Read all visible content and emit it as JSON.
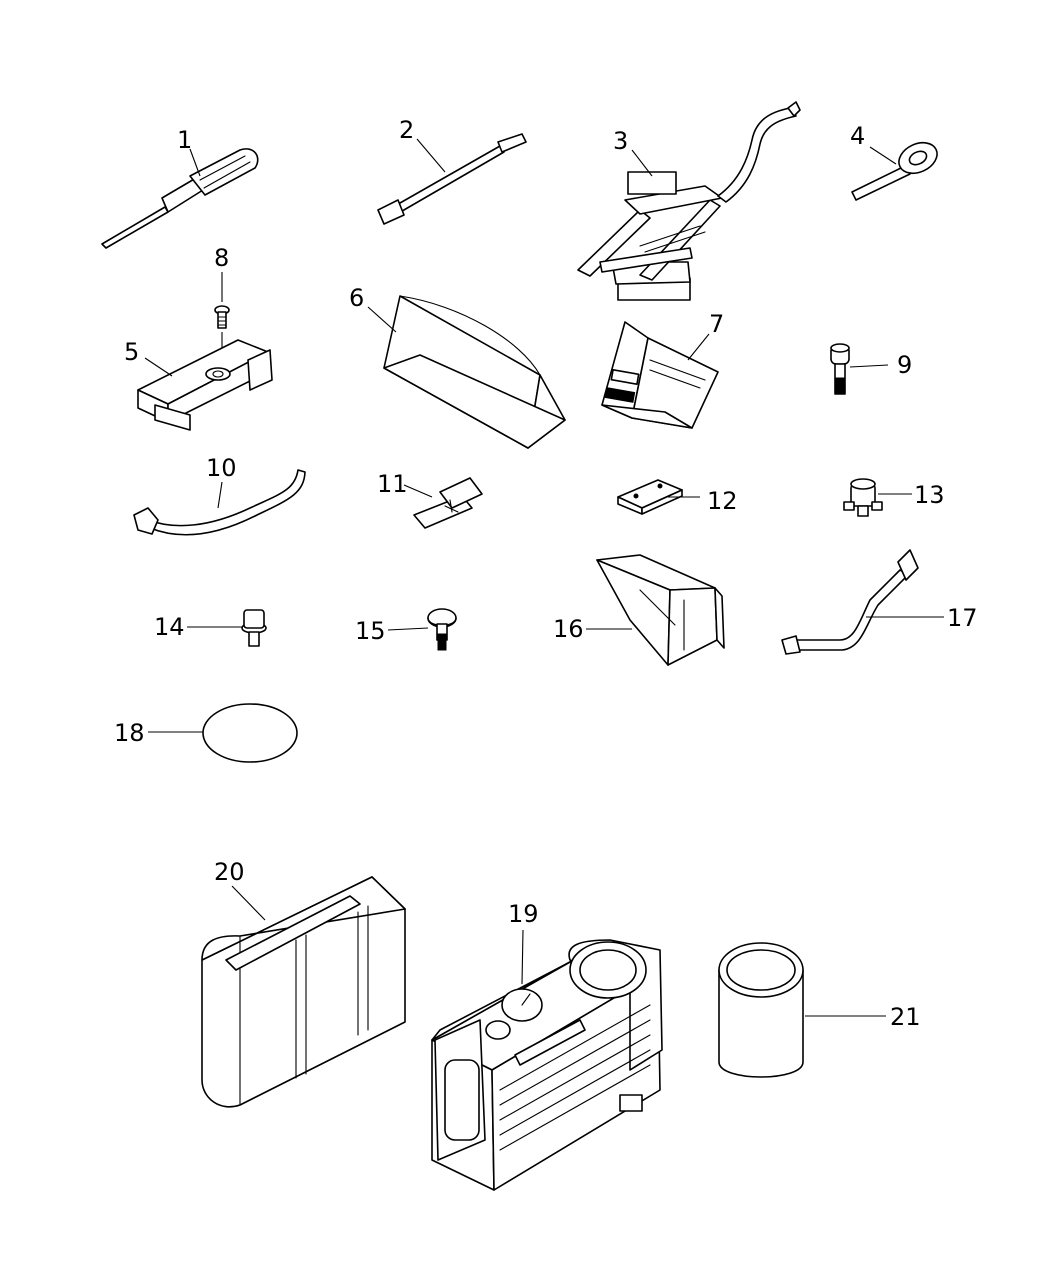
{
  "callouts": [
    "1",
    "2",
    "3",
    "4",
    "5",
    "6",
    "7",
    "8",
    "9",
    "10",
    "11",
    "12",
    "13",
    "14",
    "15",
    "16",
    "17",
    "18",
    "19",
    "20",
    "21"
  ],
  "colors": {
    "line": "#000000",
    "background": "#ffffff"
  },
  "part_icons": [
    "screwdriver-icon",
    "jack-handle-extension-icon",
    "scissor-jack-icon",
    "tow-eye-icon",
    "jack-bracket-icon",
    "wheel-chock-block-icon",
    "wheel-chock-icon",
    "screw-icon",
    "bolt-icon",
    "jack-handle-rod-icon",
    "clip-bracket-icon",
    "jack-pad-icon",
    "nut-icon",
    "flange-bolt-icon",
    "push-pin-icon",
    "storage-tray-icon",
    "tie-down-strap-icon",
    "label-icon",
    "tire-inflator-compressor-icon",
    "sealant-kit-case-icon",
    "sealant-bottle-icon"
  ]
}
